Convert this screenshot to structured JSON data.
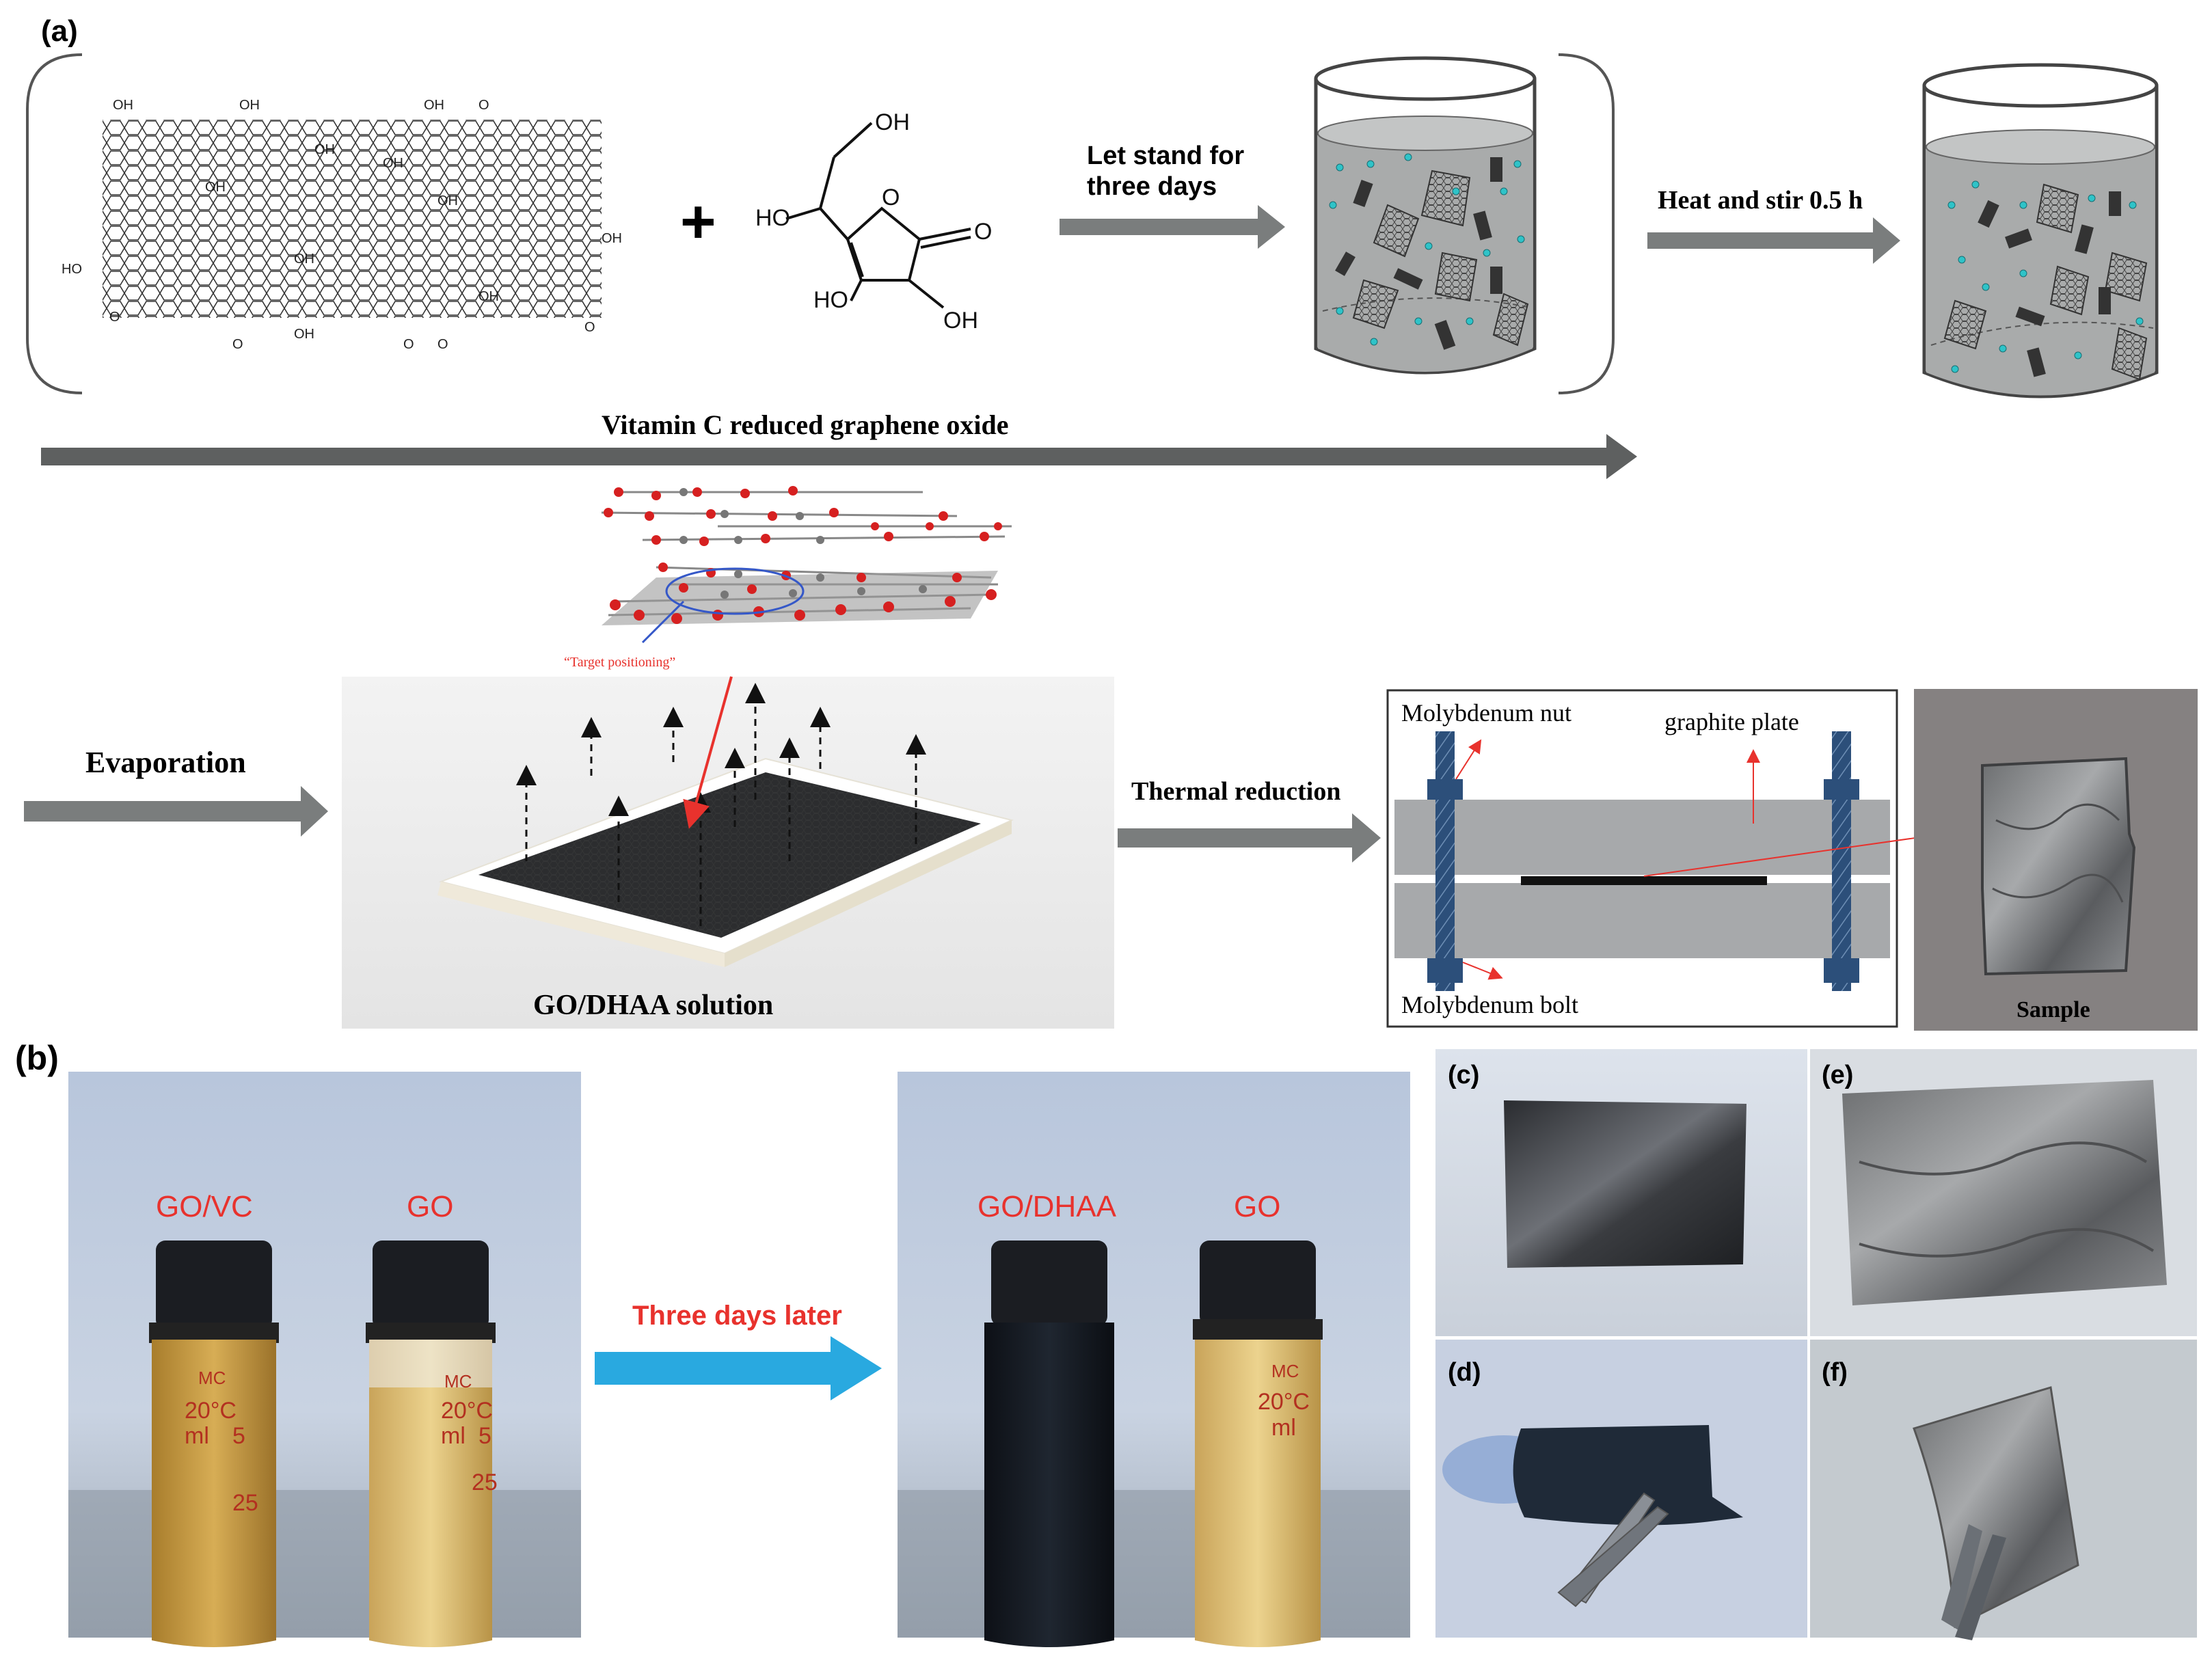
{
  "panel_labels": {
    "a": "(a)",
    "b": "(b)",
    "c": "(c)",
    "d": "(d)",
    "e": "(e)",
    "f": "(f)"
  },
  "chemistry": {
    "plus": "+",
    "go_groups": {
      "oh": "OH",
      "o": "O",
      "ho": "HO"
    },
    "vitamin_c": {
      "oh_top": "OH",
      "ho_left": "HO",
      "o_ring": "O",
      "o_carbonyl": "O",
      "ho_bottom": "HO",
      "oh_bottom": "OH"
    }
  },
  "steps": {
    "let_stand_line1": "Let stand for",
    "let_stand_line2": "three days",
    "heat_stir": "Heat and stir 0.5 h",
    "vc_reduced": "Vitamin C reduced graphene oxide",
    "target_positioning": "“Target positioning”",
    "evaporation": "Evaporation",
    "go_dhaa_solution": "GO/DHAA solution",
    "thermal_reduction": "Thermal reduction",
    "molybdenum_nut": "Molybdenum nut",
    "graphite_plate": "graphite plate",
    "molybdenum_bolt": "Molybdenum bolt",
    "sample": "Sample"
  },
  "photos": {
    "vial_gokc_label": "GO/VC",
    "vial_go_label": "GO",
    "vial_godhaa_label": "GO/DHAA",
    "vial_go2_label": "GO",
    "three_days_later": "Three days later",
    "vial_marking_brand": "MC",
    "vial_marking_temp": "20°C",
    "vial_marking_unit": "ml",
    "vial_marking_5": "5",
    "vial_marking_25": "25"
  },
  "colors": {
    "arrow_gray": "#7a7d7d",
    "vc_red": "#e8322d",
    "cyan_arrow": "#29a9e0",
    "liquid_gray": "#a9abab",
    "bolt_blue": "#2c4f7a",
    "dark_film": "#3a3c3e"
  }
}
